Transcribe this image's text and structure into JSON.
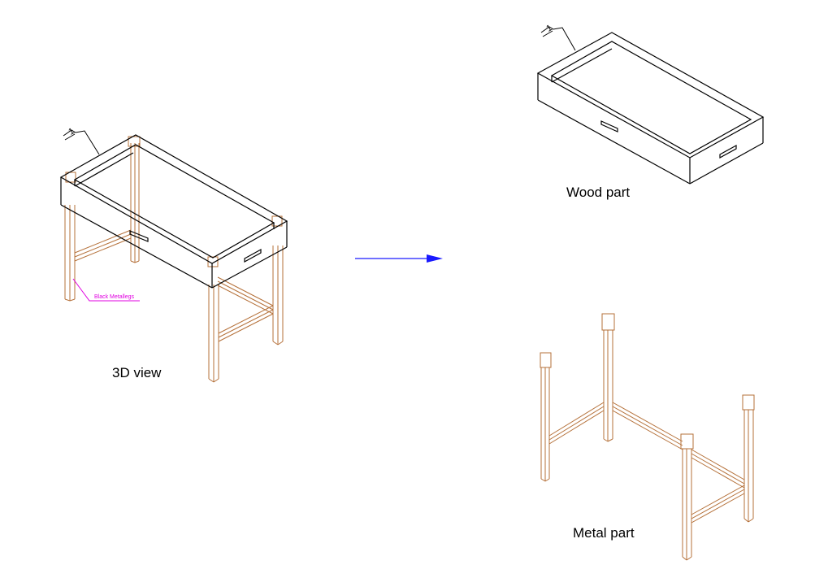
{
  "labels": {
    "view_3d": "3D view",
    "wood": "Wood part",
    "metal": "Metal part",
    "callout": "Black Metallegs",
    "part_tag": "1"
  },
  "colors": {
    "wood_line": "#000000",
    "metal_line": "#b5713a",
    "callout": "#e000e0",
    "arrow": "#1a1aff",
    "background": "#ffffff"
  },
  "icons": {
    "flow_arrow": "arrow-right-icon"
  }
}
